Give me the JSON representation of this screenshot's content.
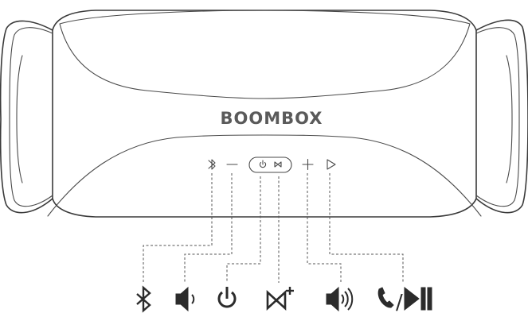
{
  "product": {
    "brand_label": "BOOMBOX"
  },
  "buttons_on_device": [
    {
      "id": "bluetooth",
      "icon": "bluetooth-icon"
    },
    {
      "id": "volume-down",
      "icon": "minus-icon"
    },
    {
      "id": "power",
      "icon": "power-icon"
    },
    {
      "id": "connect",
      "icon": "connect-icon"
    },
    {
      "id": "volume-up",
      "icon": "plus-icon"
    },
    {
      "id": "play",
      "icon": "play-icon"
    }
  ],
  "legend_icons": [
    {
      "id": "bluetooth",
      "icon": "bluetooth-icon"
    },
    {
      "id": "volume-down",
      "icon": "speaker-low-icon"
    },
    {
      "id": "power",
      "icon": "power-icon"
    },
    {
      "id": "connect-plus",
      "icon": "connect-plus-icon"
    },
    {
      "id": "volume-up",
      "icon": "speaker-high-icon"
    },
    {
      "id": "call-play-pause",
      "icon": "phone-play-pause-icon",
      "separator": "/"
    }
  ],
  "colors": {
    "outline": "#3a3a3a",
    "icon": "#2b2b2b",
    "brand": "#5a5a5a"
  }
}
